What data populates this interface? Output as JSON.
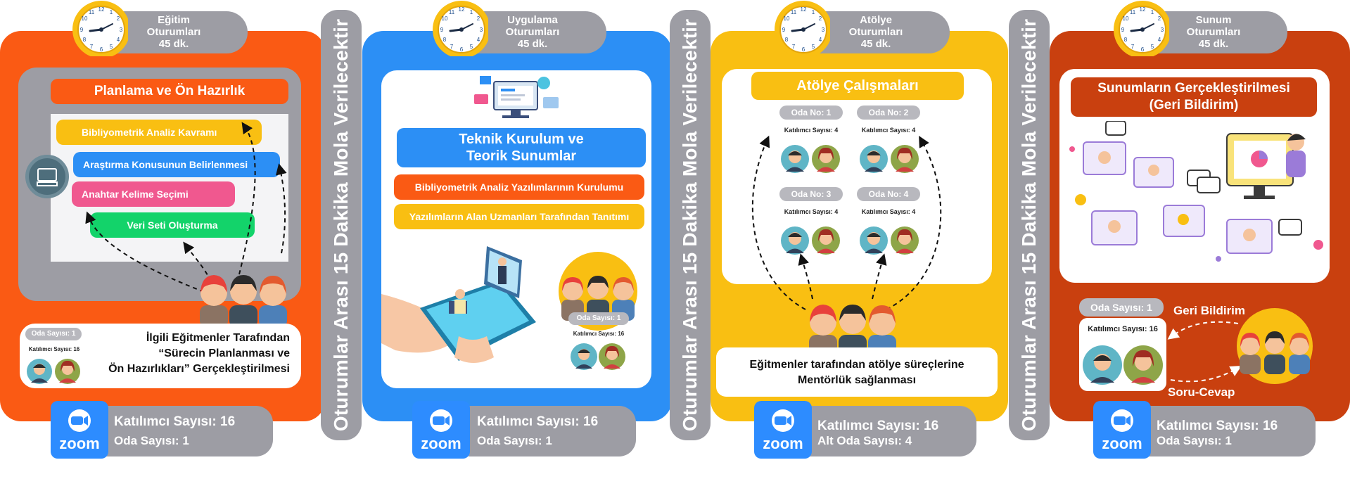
{
  "separator_text": "Oturumlar Arası 15 Dakika Mola Verilecektir",
  "panel1": {
    "session": [
      "Eğitim",
      "Oturumları",
      "45 dk."
    ],
    "title": "Planlama ve Ön Hazırlık",
    "steps": [
      "Bibliyometrik Analiz Kavramı",
      "Araştırma Konusunun Belirlenmesi",
      "Anahtar Kelime Seçimi",
      "Veri Seti Oluşturma"
    ],
    "room_tag": "Oda Sayısı: 1",
    "participants_small": "Katılımcı Sayısı: 16",
    "caption": [
      "İlgili Eğitmenler Tarafından",
      "“Sürecin Planlanması ve",
      "Ön Hazırlıkları” Gerçekleştirilmesi"
    ],
    "zoom_line1": "Katılımcı Sayısı: 16",
    "zoom_line2": "Oda Sayısı: 1"
  },
  "panel2": {
    "session": [
      "Uygulama",
      "Oturumları",
      "45 dk."
    ],
    "title": [
      "Teknik Kurulum ve",
      "Teorik Sunumlar"
    ],
    "bar1": "Bibliyometrik Analiz Yazılımlarının Kurulumu",
    "bar2": "Yazılımların Alan Uzmanları Tarafından Tanıtımı",
    "room_tag": "Oda Sayısı: 1",
    "participants_small": "Katılımcı Sayısı: 16",
    "zoom_line1": "Katılımcı Sayısı: 16",
    "zoom_line2": "Oda Sayısı: 1"
  },
  "panel3": {
    "session": [
      "Atölye",
      "Oturumları",
      "45 dk."
    ],
    "title": "Atölye Çalışmaları",
    "rooms": [
      {
        "label": "Oda No: 1",
        "count": "Katılımcı Sayısı: 4"
      },
      {
        "label": "Oda No: 2",
        "count": "Katılımcı Sayısı: 4"
      },
      {
        "label": "Oda No: 3",
        "count": "Katılımcı Sayısı: 4"
      },
      {
        "label": "Oda No: 4",
        "count": "Katılımcı Sayısı: 4"
      }
    ],
    "caption": [
      "Eğitmenler tarafından  atölye süreçlerine",
      "Mentörlük sağlanması"
    ],
    "zoom_line1": "Katılımcı Sayısı: 16",
    "zoom_line2": "Alt Oda Sayısı: 4"
  },
  "panel4": {
    "session": [
      "Sunum",
      "Oturumları",
      "45 dk."
    ],
    "title": [
      "Sunumların Gerçekleştirilmesi",
      "(Geri Bildirim)"
    ],
    "room_tag": "Oda Sayısı: 1",
    "participants_small": "Katılımcı Sayısı: 16",
    "feedback": "Geri Bildirim",
    "qa": "Soru-Cevap",
    "zoom_line1": "Katılımcı Sayısı: 16",
    "zoom_line2": "Oda Sayısı: 1"
  },
  "zoom_logo": "zoom",
  "colors": {
    "panel1": "#fa5a14",
    "panel2": "#2c8ff5",
    "panel3": "#f9bf12",
    "panel4": "#c9400f",
    "separator": "#9d9da4",
    "zoom": "#2d8cff"
  }
}
